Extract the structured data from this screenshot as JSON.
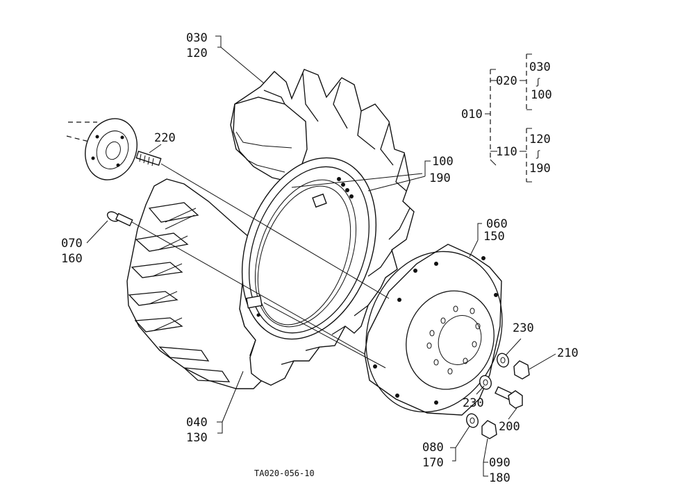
{
  "labels": {
    "l_030a": "030",
    "l_120a": "120",
    "l_220": "220",
    "l_100a": "100",
    "l_190a": "190",
    "l_070": "070",
    "l_160": "160",
    "l_060": "060",
    "l_150": "150",
    "l_230a": "230",
    "l_210": "210",
    "l_230b": "230",
    "l_200": "200",
    "l_040": "040",
    "l_130": "130",
    "l_080": "080",
    "l_170": "170",
    "l_090": "090",
    "l_180": "180",
    "t_010": "010",
    "t_020": "020",
    "t_030": "030",
    "t_100": "100",
    "t_110": "110",
    "t_120": "120",
    "t_190": "190",
    "tilde": "ʃ",
    "code": "TA020-056-10"
  }
}
